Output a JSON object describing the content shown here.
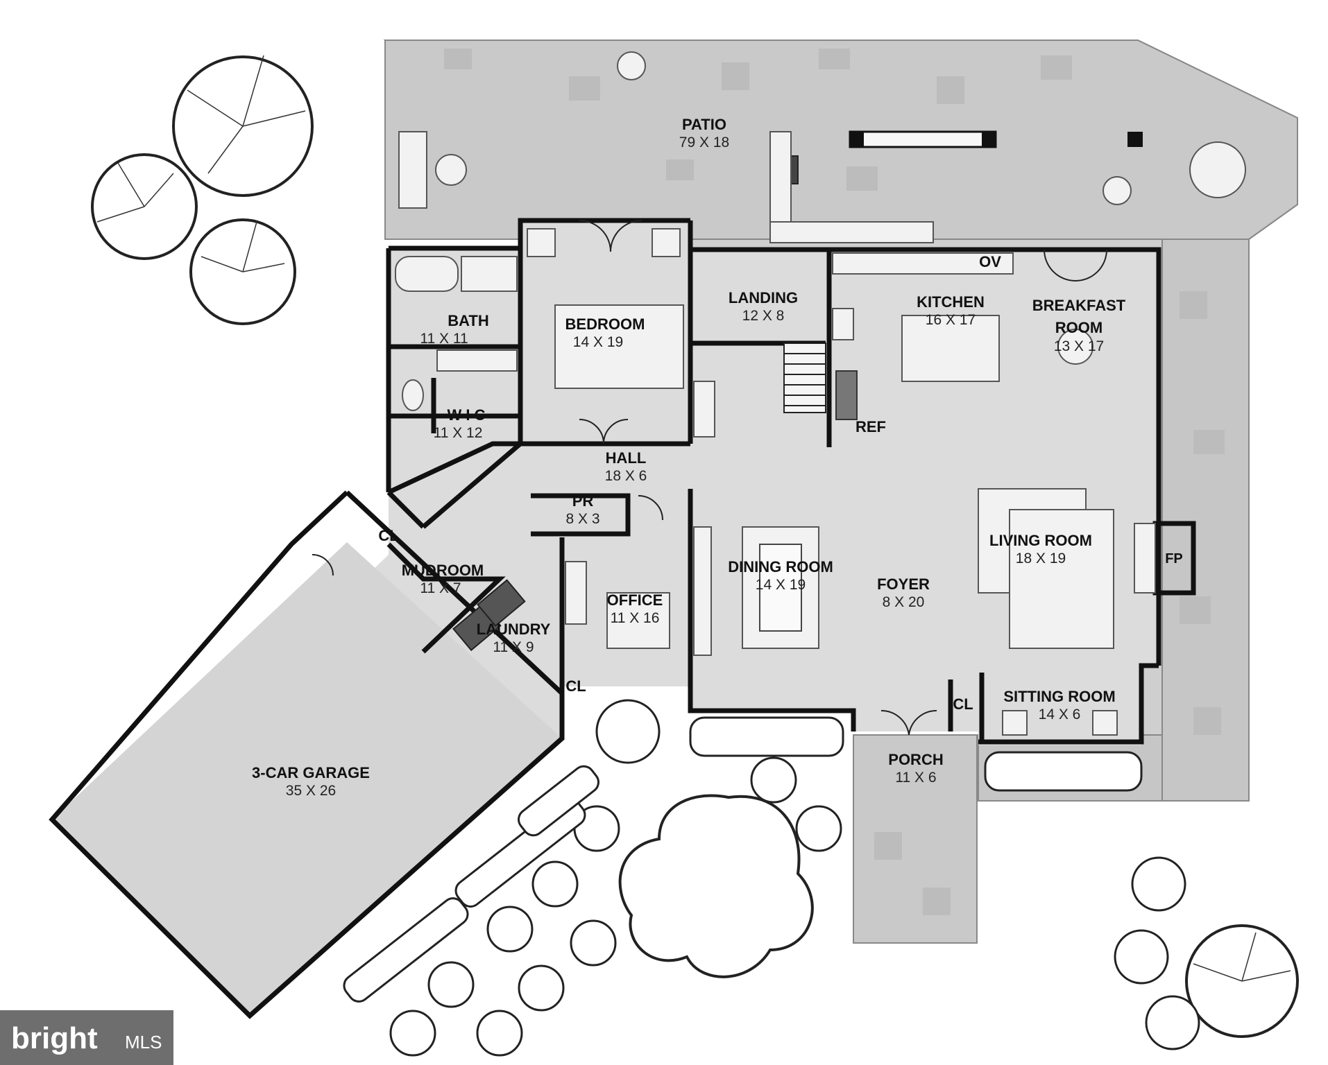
{
  "rooms": {
    "patio": {
      "name": "PATIO",
      "dim": "79 X 18"
    },
    "bath": {
      "name": "BATH",
      "dim": "11 X 11"
    },
    "bedroom": {
      "name": "BEDROOM",
      "dim": "14 X 19"
    },
    "landing": {
      "name": "LANDING",
      "dim": "12 X 8"
    },
    "kitchen": {
      "name": "KITCHEN",
      "dim": "16 X 17"
    },
    "breakfast": {
      "name1": "BREAKFAST",
      "name2": "ROOM",
      "dim": "13 X 17"
    },
    "wic": {
      "name": "W I C",
      "dim": "11 X 12"
    },
    "hall": {
      "name": "HALL",
      "dim": "18 X 6"
    },
    "pr": {
      "name": "PR",
      "dim": "8 X 3"
    },
    "cl_mud": {
      "name": "CL"
    },
    "mudroom": {
      "name": "MUDROOM",
      "dim": "11 X 7"
    },
    "laundry": {
      "name": "LAUNDRY",
      "dim": "11 X 9"
    },
    "office": {
      "name": "OFFICE",
      "dim": "11 X 16"
    },
    "dining": {
      "name": "DINING ROOM",
      "dim": "14 X 19"
    },
    "foyer": {
      "name": "FOYER",
      "dim": "8 X 20"
    },
    "living": {
      "name": "LIVING ROOM",
      "dim": "18 X 19"
    },
    "sitting": {
      "name": "SITTING ROOM",
      "dim": "14 X 6"
    },
    "cl_foyer": {
      "name": "CL"
    },
    "cl_office": {
      "name": "CL"
    },
    "porch": {
      "name": "PORCH",
      "dim": "11 X 6"
    },
    "garage": {
      "name": "3-CAR GARAGE",
      "dim": "35 X 26"
    }
  },
  "labels": {
    "ov": "OV",
    "ref": "REF",
    "fp": "FP"
  },
  "watermark": {
    "brand": "bright",
    "suffix": "MLS"
  },
  "colors": {
    "interior": "#dcdcdc",
    "patio": "#c9c9c9",
    "walls": "#111111"
  }
}
